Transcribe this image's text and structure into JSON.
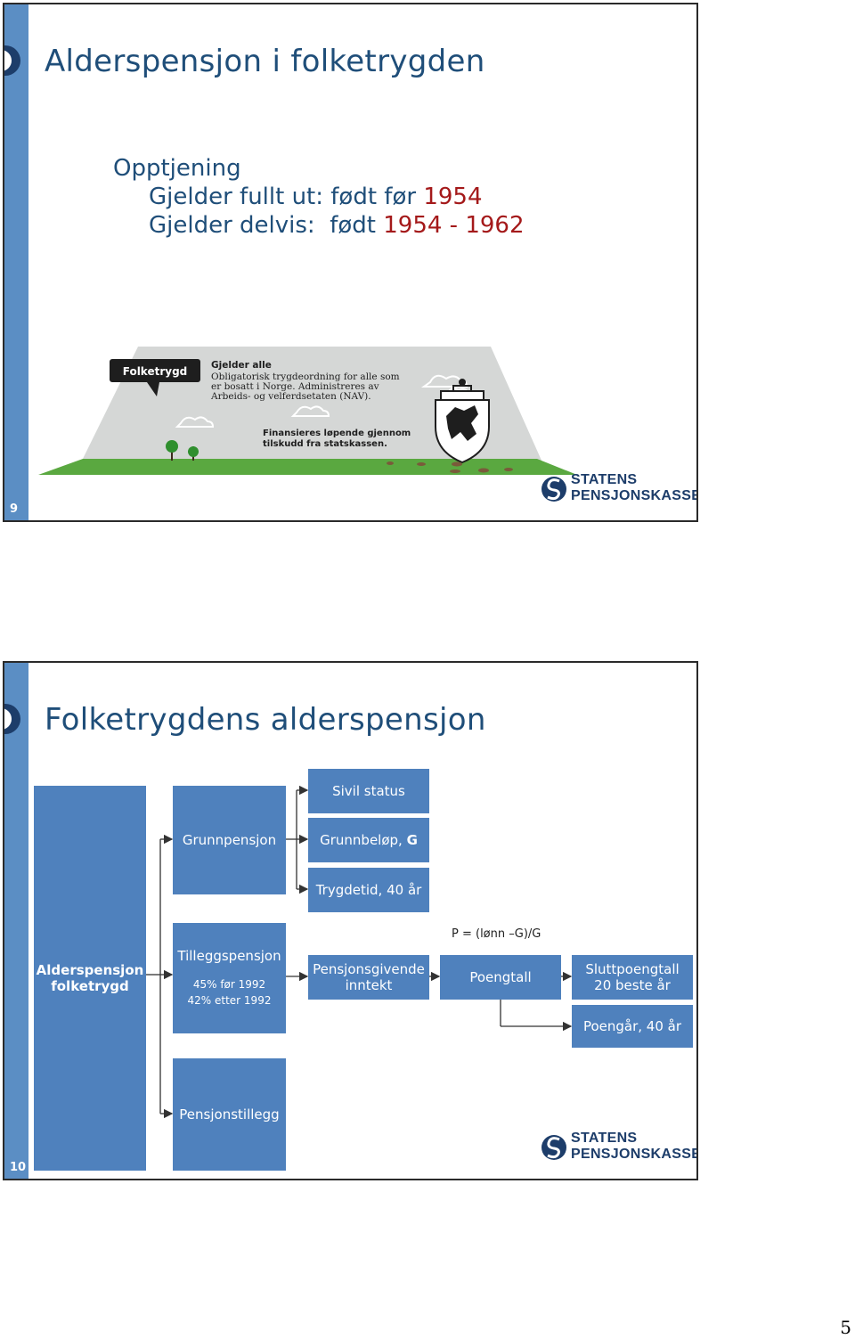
{
  "slide9": {
    "title": "Alderspensjon i folketrygden",
    "number": "9",
    "heading": "Opptjening",
    "line1_prefix": "Gjelder fullt ut: født før ",
    "line1_year": "1954",
    "line2_prefix": "Gjelder delvis:  født ",
    "line2_years": "1954 - 1962",
    "illustration": {
      "bubble_label": "Folketrygd",
      "text_heading": "Gjelder alle",
      "text_body_1": "Obligatorisk trygdeordning for alle som",
      "text_body_2": "er bosatt i Norge. Administreres av",
      "text_body_3": "Arbeids- og velferdsetaten (NAV).",
      "finance_1": "Finansieres løpende gjennom",
      "finance_2": "tilskudd fra statskassen."
    }
  },
  "slide10": {
    "title": "Folketrygdens alderspensjon",
    "number": "10",
    "boxes": {
      "root_1": "Alderspensjon",
      "root_2": "folketrygd",
      "grunnpensjon": "Grunnpensjon",
      "sivil_status": "Sivil status",
      "grunnbelop": "Grunnbeløp, ",
      "grunnbelop_g": "G",
      "trygdetid": "Trygdetid, 40 år",
      "tilleggspensjon": "Tilleggspensjon",
      "tillegg_line1": "45% før 1992",
      "tillegg_line2": "42% etter 1992",
      "pgi_1": "Pensjonsgivende",
      "pgi_2": "inntekt",
      "poengtall": "Poengtall",
      "sluttpoeng_1": "Sluttpoengtall",
      "sluttpoeng_2": "20 beste år",
      "poengar": "Poengår, 40 år",
      "pensjonstillegg": "Pensjonstillegg"
    },
    "formula": "P = (lønn –G)/G"
  },
  "logo": {
    "line1": "STATENS",
    "line2": "PENSJONSKASSE"
  },
  "page_number": "5",
  "colors": {
    "sidebar": "#5b8ec4",
    "title": "#1f4e79",
    "accent_red": "#a4191a",
    "box": "#4f81bd"
  }
}
